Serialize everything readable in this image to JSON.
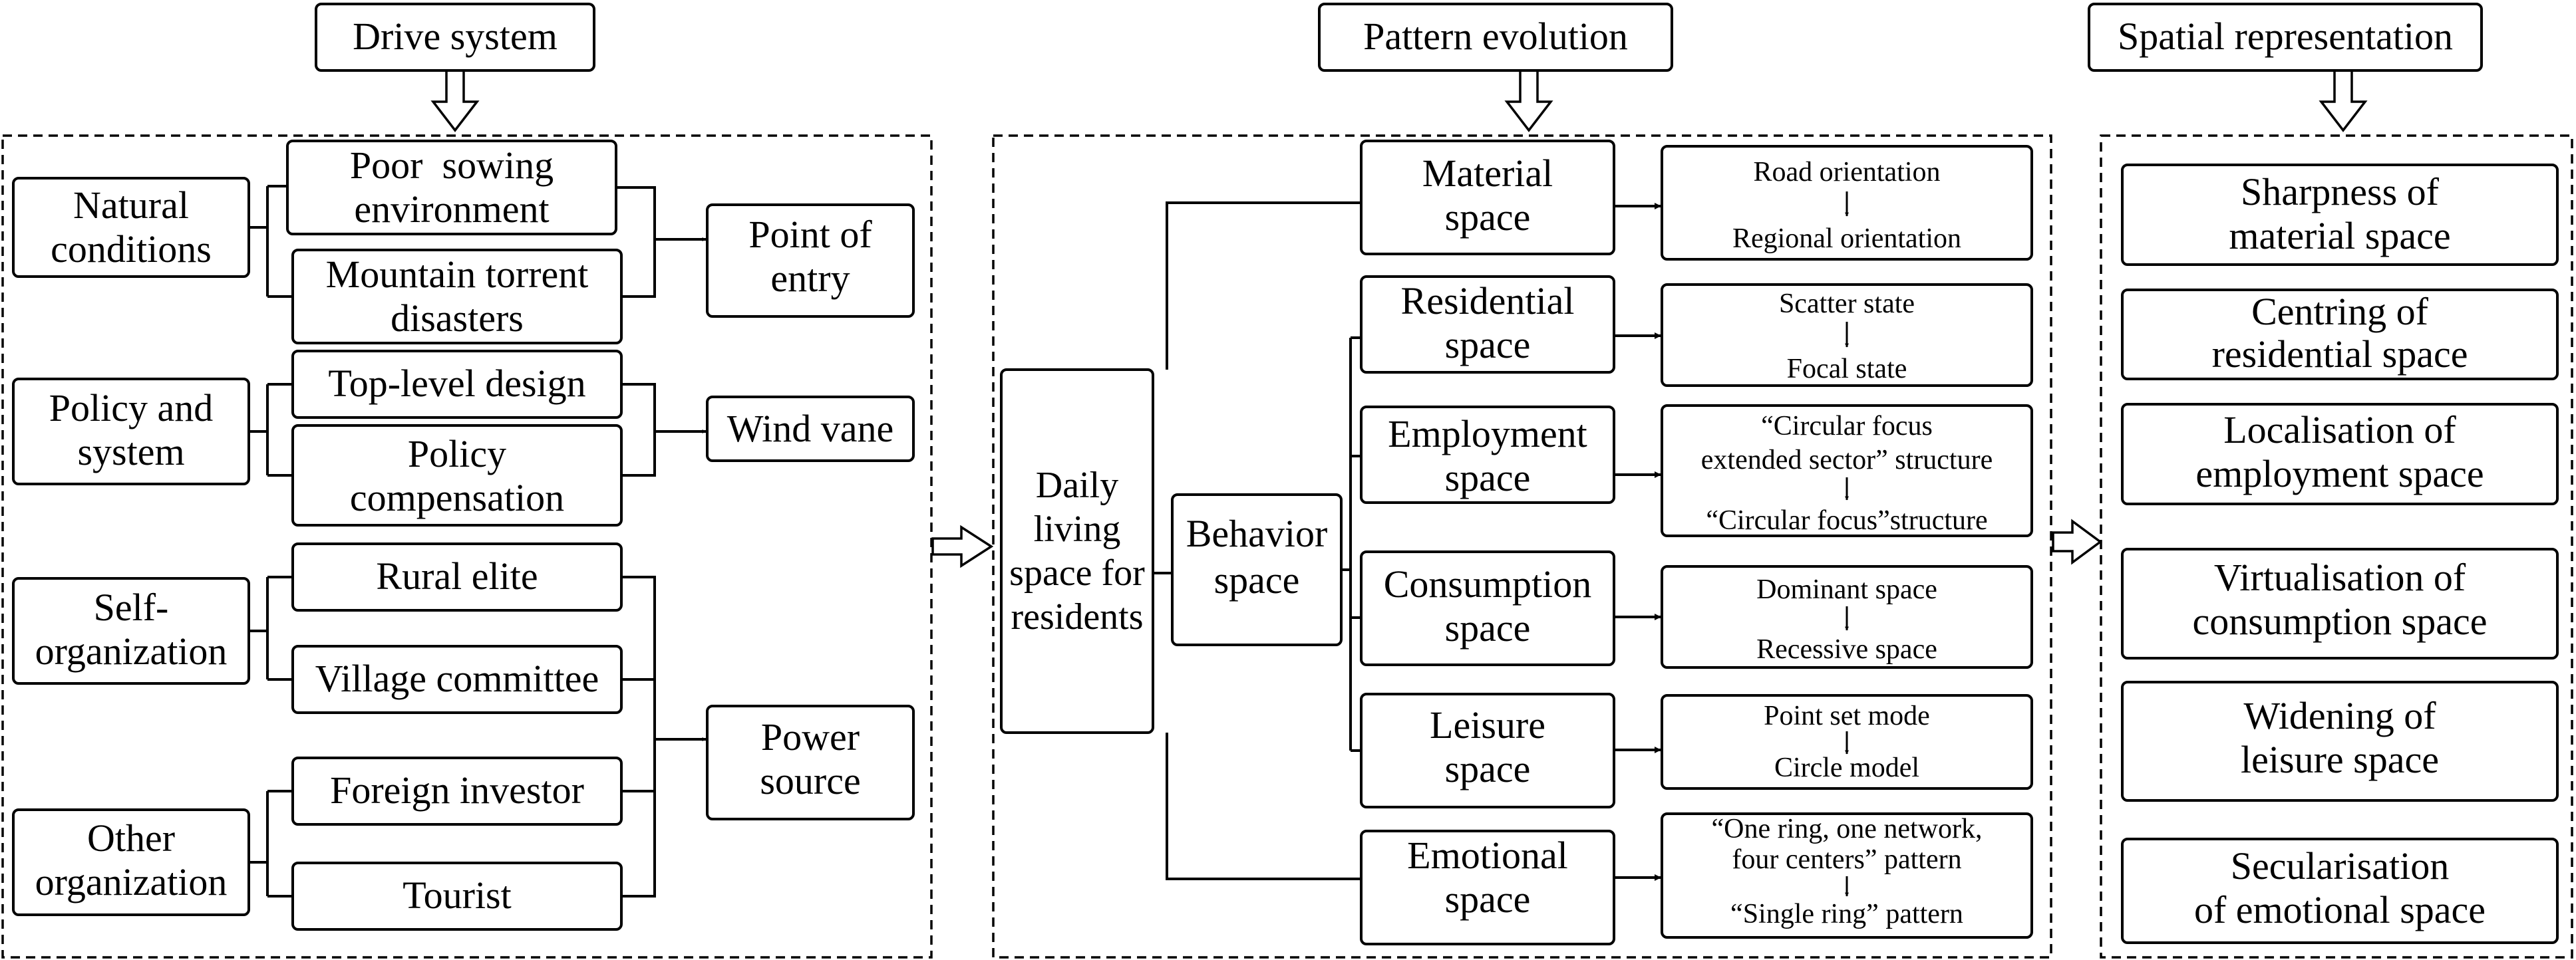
{
  "headers": {
    "drive": "Drive system",
    "pattern": "Pattern evolution",
    "spatial": "Spatial representation"
  },
  "drive": {
    "natural": [
      "Natural",
      "conditions"
    ],
    "sowing": [
      "Poor  sowing",
      "environment"
    ],
    "torrent": [
      "Mountain torrent",
      "disasters"
    ],
    "entry": [
      "Point of",
      "entry"
    ],
    "policy": [
      "Policy and",
      "system"
    ],
    "toplevel": "Top-level design",
    "compensation": [
      "Policy",
      "compensation"
    ],
    "vane": "Wind vane",
    "selforg": [
      "Self-",
      "organization"
    ],
    "elite": "Rural elite",
    "committee": "Village committee",
    "otherorg": [
      "Other",
      "organization"
    ],
    "investor": "Foreign investor",
    "tourist": "Tourist",
    "power": [
      "Power",
      "source"
    ]
  },
  "pattern": {
    "daily": [
      "Daily",
      "living",
      "space for",
      "residents"
    ],
    "behavior": [
      "Behavior",
      "space"
    ],
    "material": [
      "Material",
      "space"
    ],
    "residential": [
      "Residential",
      "space"
    ],
    "employment": [
      "Employment",
      "space"
    ],
    "consumption": [
      "Consumption",
      "space"
    ],
    "leisure": [
      "Leisure",
      "space"
    ],
    "emotional": [
      "Emotional",
      "space"
    ],
    "ev_material": {
      "from": [
        "Road orientation"
      ],
      "to": [
        "Regional orientation"
      ]
    },
    "ev_residential": {
      "from": [
        "Scatter state"
      ],
      "to": [
        "Focal state"
      ]
    },
    "ev_employment": {
      "from": [
        "“Circular focus",
        "extended sector” structure"
      ],
      "to": [
        "“Circular focus”structure"
      ]
    },
    "ev_consumption": {
      "from": [
        "Dominant space"
      ],
      "to": [
        "Recessive space"
      ]
    },
    "ev_leisure": {
      "from": [
        "Point set mode"
      ],
      "to": [
        "Circle model"
      ]
    },
    "ev_emotional": {
      "from": [
        "“One ring, one network,",
        "four centers” pattern"
      ],
      "to": [
        "“Single ring” pattern"
      ]
    }
  },
  "spatial": {
    "material": [
      "Sharpness of",
      "material space"
    ],
    "residential": [
      "Centring of",
      "residential space"
    ],
    "employment": [
      "Localisation of",
      "employment space"
    ],
    "consumption": [
      "Virtualisation of",
      "consumption space"
    ],
    "leisure": [
      "Widening of",
      "leisure space"
    ],
    "emotional": [
      "Secularisation",
      "of emotional space"
    ]
  }
}
